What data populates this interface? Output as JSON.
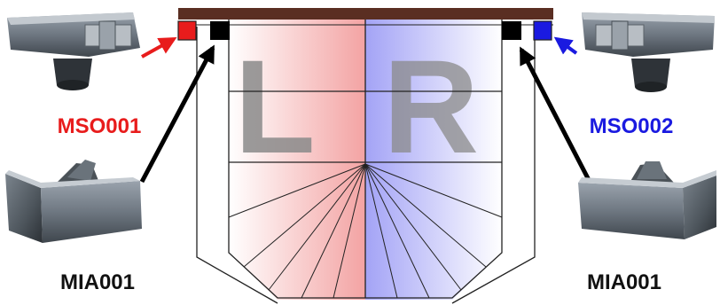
{
  "labels": {
    "left_outlet": "MSO001",
    "right_outlet": "MSO002",
    "left_angle": "MIA001",
    "right_angle": "MIA001",
    "left_side": "L",
    "right_side": "R"
  },
  "colors": {
    "left_accent": "#e81c1c",
    "right_accent": "#1a1ae0",
    "dark_label": "#111111",
    "fascia": "#5a2e22",
    "left_fill": "#f4a0a0",
    "right_fill": "#a0a0f4",
    "big_letter": "#8a8a8a"
  },
  "icons": [
    "outlet-photo",
    "internal-angle-photo",
    "arrow"
  ]
}
